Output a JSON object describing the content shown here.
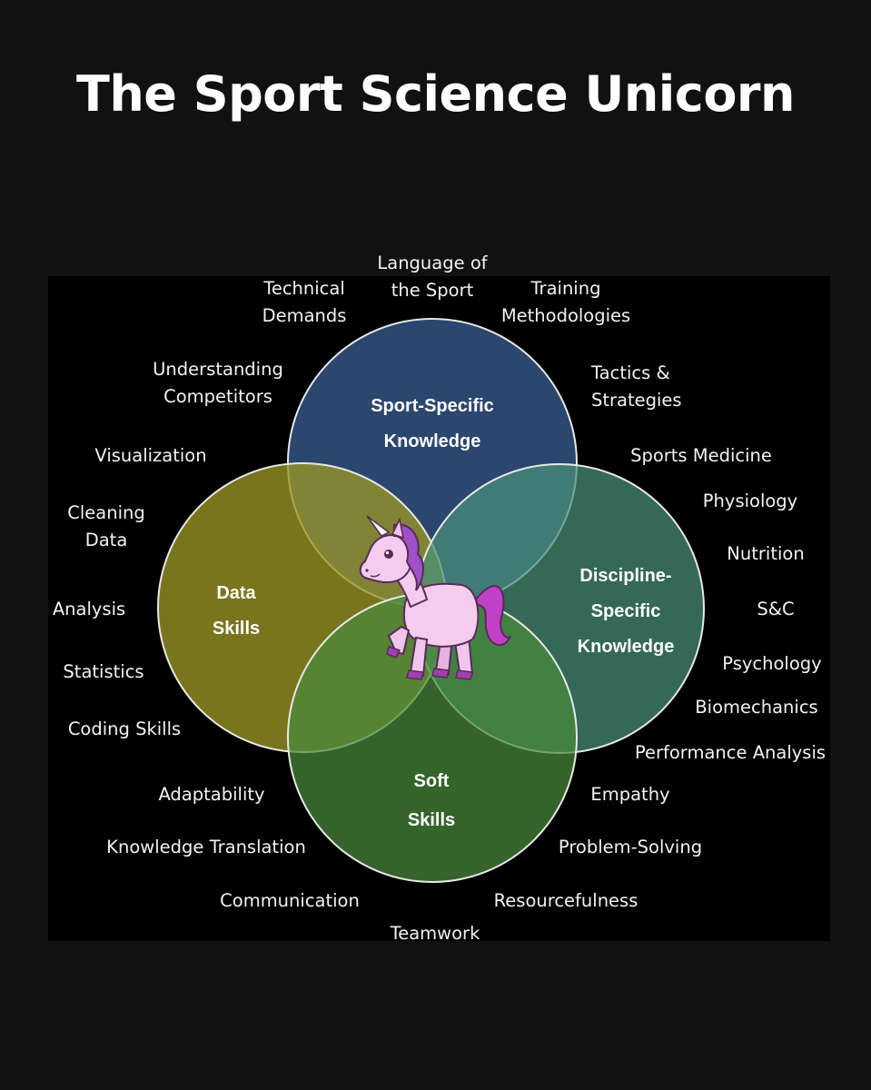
{
  "title": "The Sport Science Unicorn",
  "colors": {
    "sport": "#2f4d77",
    "data": "#8c8a26",
    "discipline": "#3f7a66",
    "soft": "#3d6a34",
    "outline": "#e8e8e8"
  },
  "circles": {
    "sport": [
      "Sport-Specific",
      "Knowledge"
    ],
    "data": [
      "Data",
      "Skills"
    ],
    "discipline": [
      "Discipline-",
      "Specific",
      "Knowledge"
    ],
    "soft": [
      "Soft",
      "Skills"
    ]
  },
  "icon": "unicorn-icon",
  "labels": {
    "language": [
      "Language of",
      "the Sport"
    ],
    "technical": [
      "Technical",
      "Demands"
    ],
    "training": [
      "Training",
      "Methodologies"
    ],
    "understanding": [
      "Understanding",
      "Competitors"
    ],
    "tactics": [
      "Tactics &",
      "Strategies"
    ],
    "visualization": "Visualization",
    "cleaning": [
      "Cleaning",
      "Data"
    ],
    "analysis": "Analysis",
    "statistics": "Statistics",
    "coding": "Coding Skills",
    "sports_medicine": "Sports Medicine",
    "physiology": "Physiology",
    "nutrition": "Nutrition",
    "sc": "S&C",
    "psychology": "Psychology",
    "biomechanics": "Biomechanics",
    "performance": "Performance Analysis",
    "adaptability": "Adaptability",
    "knowledge_translation": "Knowledge Translation",
    "communication": "Communication",
    "teamwork": "Teamwork",
    "empathy": "Empathy",
    "problem_solving": "Problem-Solving",
    "resourcefulness": "Resourcefulness"
  }
}
